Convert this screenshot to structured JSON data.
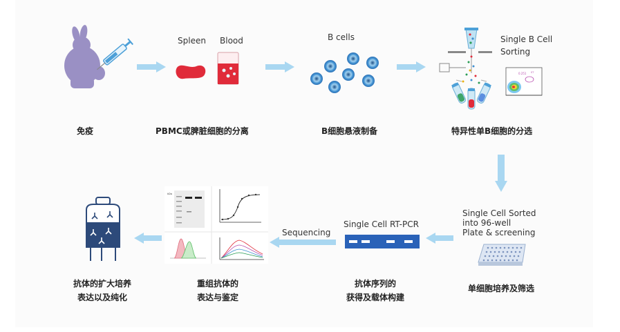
{
  "labels": {
    "spleen": "Spleen",
    "blood": "Blood",
    "b_cells": "B cells",
    "single_b_cell_sorting_1": "Single B Cell",
    "single_b_cell_sorting_2": "Sorting",
    "single_cell_sorted_1": "Single Cell Sorted",
    "single_cell_sorted_2": "into 96-well",
    "single_cell_sorted_3": "Plate & screening",
    "rt_pcr": "Single Cell RT-PCR",
    "sequencing": "Sequencing"
  },
  "captions": {
    "immunize": "免疫",
    "isolate": "PBMC或脾脏细胞的分离",
    "suspension": "B细胞悬液制备",
    "sorting": "特异性单B细胞的分选",
    "culture": "单细胞培养及筛选",
    "sequence_1": "抗体序列的",
    "sequence_2": "获得及载体构建",
    "recombinant_1": "重组抗体的",
    "recombinant_2": "表达与鉴定",
    "expansion_1": "抗体的扩大培养",
    "expansion_2": "表达以及纯化"
  },
  "colors": {
    "arrow": "#a9d7f1",
    "rabbit": "#9a90c4",
    "red": "#e02b3a",
    "cell": "#3f8fd0",
    "flask": "#2d4a7a"
  }
}
